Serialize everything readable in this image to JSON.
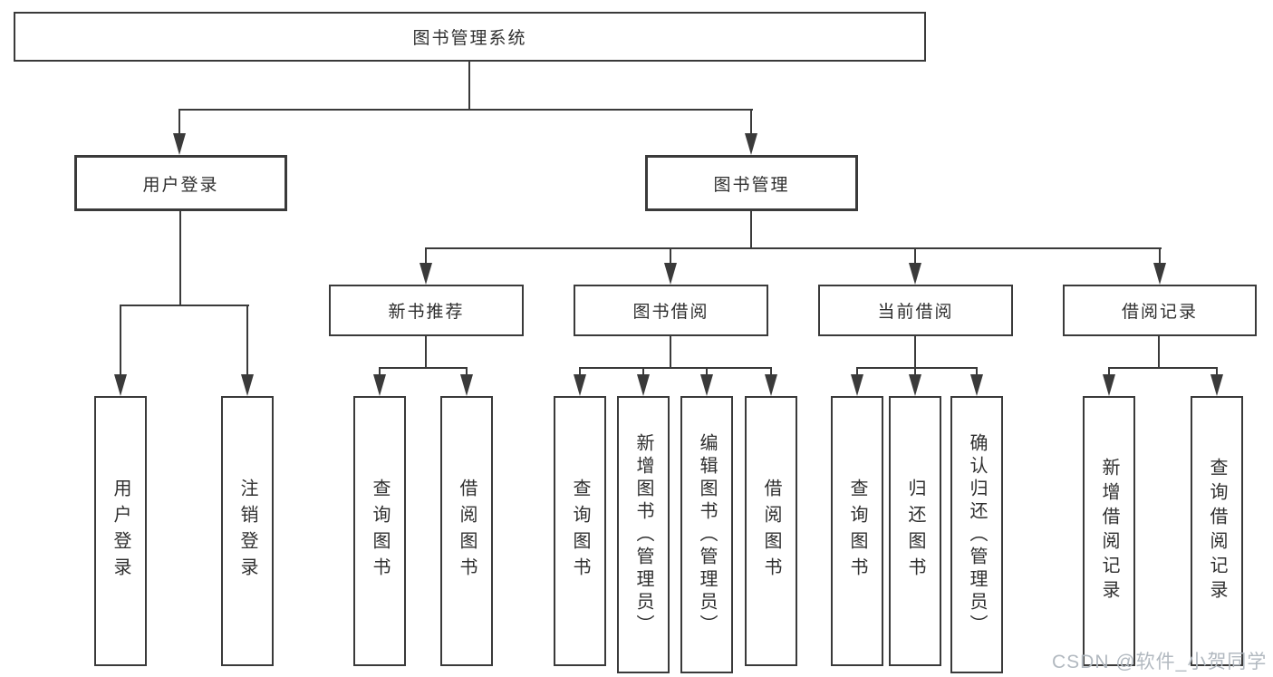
{
  "tree": {
    "root": "图书管理系统",
    "branches": [
      {
        "label": "用户登录",
        "children": [
          "用户登录",
          "注销登录"
        ]
      },
      {
        "label": "图书管理",
        "groups": [
          {
            "label": "新书推荐",
            "children": [
              "查询图书",
              "借阅图书"
            ]
          },
          {
            "label": "图书借阅",
            "children": [
              "查询图书",
              "新增图书（管理员）",
              "编辑图书（管理员）",
              "借阅图书"
            ]
          },
          {
            "label": "当前借阅",
            "children": [
              "查询图书",
              "归还图书",
              "确认归还（管理员）"
            ]
          },
          {
            "label": "借阅记录",
            "children": [
              "新增借阅记录",
              "查询借阅记录"
            ]
          }
        ]
      }
    ]
  },
  "watermark": "CSDN @软件_小贺同学",
  "colors": {
    "line": "#3a3a3a",
    "text": "#2f2f2f",
    "watermark": "#b2b9c0",
    "background": "#ffffff"
  }
}
